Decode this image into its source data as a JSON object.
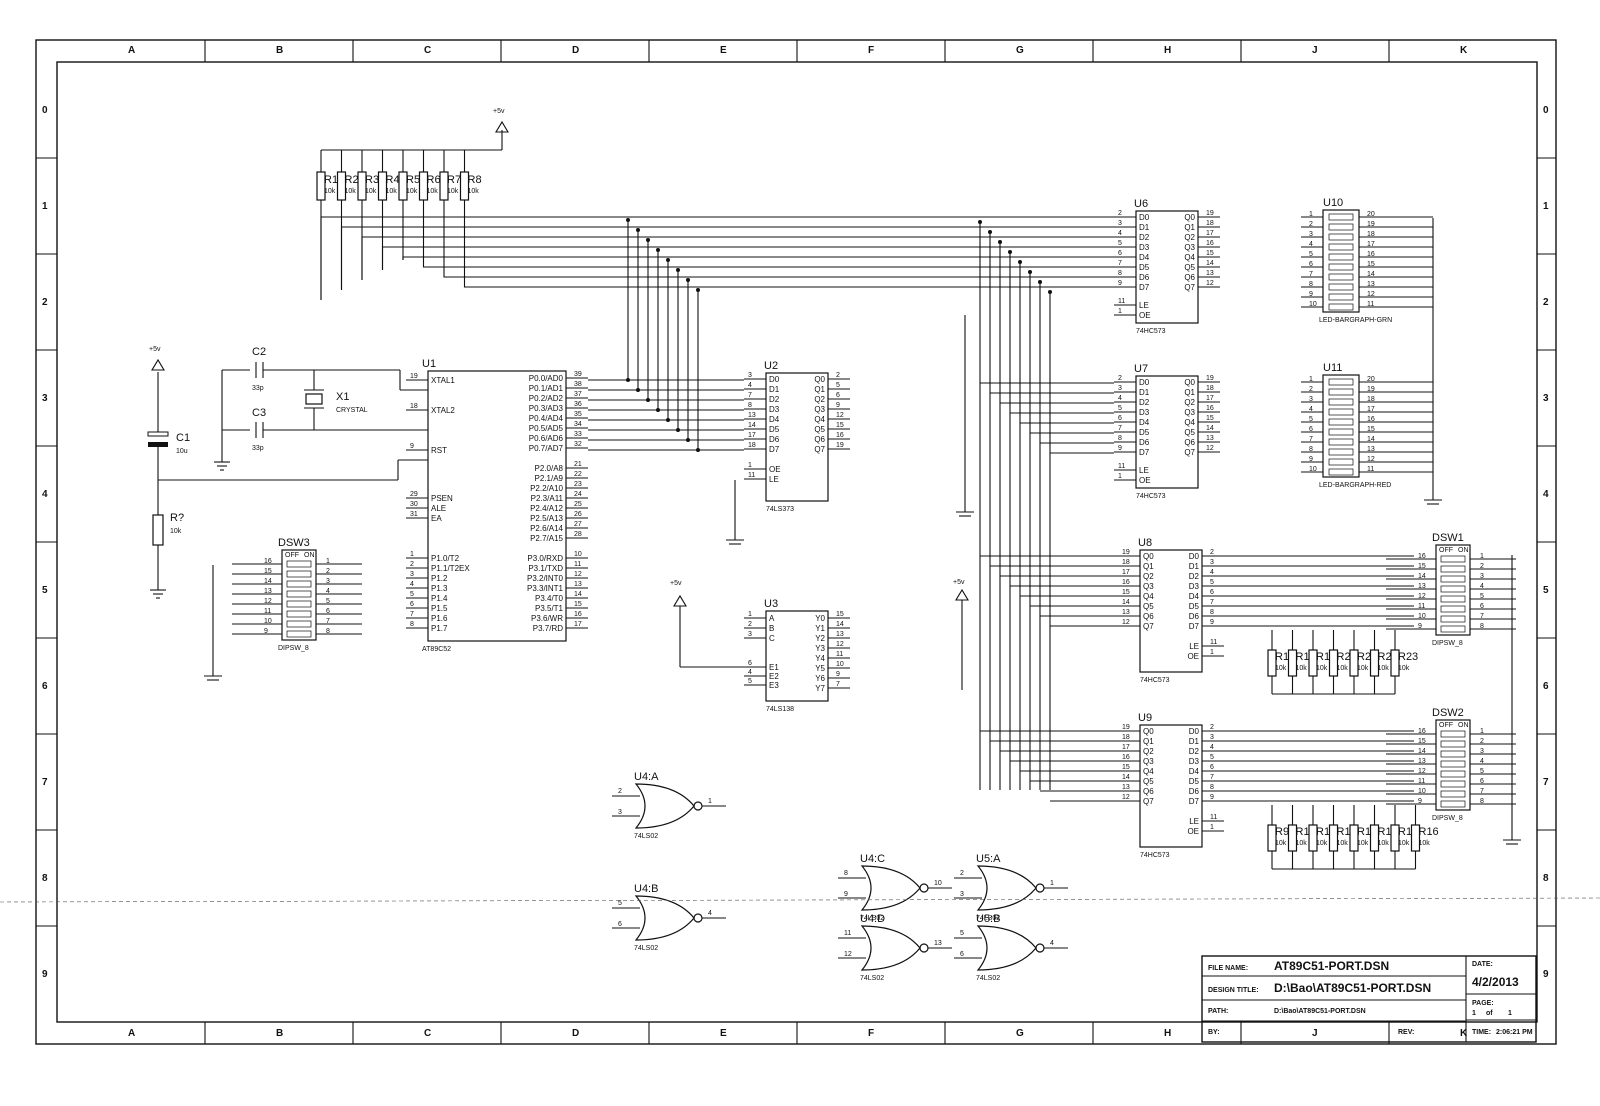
{
  "zones": {
    "columns": [
      "A",
      "B",
      "C",
      "D",
      "E",
      "F",
      "G",
      "H",
      "J",
      "K"
    ],
    "rows": [
      "0",
      "1",
      "2",
      "3",
      "4",
      "5",
      "6",
      "7",
      "8",
      "9"
    ]
  },
  "power": {
    "vcc": "+5v"
  },
  "resistor_bank_top": {
    "refs": [
      "R1",
      "R2",
      "R3",
      "R4",
      "R5",
      "R6",
      "R7",
      "R8"
    ],
    "value": "10k"
  },
  "resistor_bank_u8": {
    "refs": [
      "R17",
      "R18",
      "R19",
      "R20",
      "R21",
      "R22",
      "R23"
    ],
    "value": "10k"
  },
  "resistor_bank_u9": {
    "refs": [
      "R9",
      "R10",
      "R11",
      "R12",
      "R13",
      "R14",
      "R15",
      "R16"
    ],
    "value": "10k"
  },
  "passives": {
    "c1": {
      "ref": "C1",
      "value": "10u"
    },
    "c2": {
      "ref": "C2",
      "value": "33p"
    },
    "c3": {
      "ref": "C3",
      "value": "33p"
    },
    "x1": {
      "ref": "X1",
      "value": "CRYSTAL"
    },
    "rq": {
      "ref": "R?",
      "value": "10k"
    }
  },
  "u1": {
    "ref": "U1",
    "part": "AT89C52",
    "left_pins": [
      {
        "num": "19",
        "name": "XTAL1"
      },
      {
        "num": "18",
        "name": "XTAL2"
      },
      {
        "num": "9",
        "name": "RST"
      },
      {
        "num": "29",
        "name": "PSEN"
      },
      {
        "num": "30",
        "name": "ALE"
      },
      {
        "num": "31",
        "name": "EA"
      },
      {
        "num": "1",
        "name": "P1.0/T2"
      },
      {
        "num": "2",
        "name": "P1.1/T2EX"
      },
      {
        "num": "3",
        "name": "P1.2"
      },
      {
        "num": "4",
        "name": "P1.3"
      },
      {
        "num": "5",
        "name": "P1.4"
      },
      {
        "num": "6",
        "name": "P1.5"
      },
      {
        "num": "7",
        "name": "P1.6"
      },
      {
        "num": "8",
        "name": "P1.7"
      }
    ],
    "right_pins": [
      {
        "num": "39",
        "name": "P0.0/AD0"
      },
      {
        "num": "38",
        "name": "P0.1/AD1"
      },
      {
        "num": "37",
        "name": "P0.2/AD2"
      },
      {
        "num": "36",
        "name": "P0.3/AD3"
      },
      {
        "num": "35",
        "name": "P0.4/AD4"
      },
      {
        "num": "34",
        "name": "P0.5/AD5"
      },
      {
        "num": "33",
        "name": "P0.6/AD6"
      },
      {
        "num": "32",
        "name": "P0.7/AD7"
      },
      {
        "num": "21",
        "name": "P2.0/A8"
      },
      {
        "num": "22",
        "name": "P2.1/A9"
      },
      {
        "num": "23",
        "name": "P2.2/A10"
      },
      {
        "num": "24",
        "name": "P2.3/A11"
      },
      {
        "num": "25",
        "name": "P2.4/A12"
      },
      {
        "num": "26",
        "name": "P2.5/A13"
      },
      {
        "num": "27",
        "name": "P2.6/A14"
      },
      {
        "num": "28",
        "name": "P2.7/A15"
      },
      {
        "num": "10",
        "name": "P3.0/RXD"
      },
      {
        "num": "11",
        "name": "P3.1/TXD"
      },
      {
        "num": "12",
        "name": "P3.2/INT0"
      },
      {
        "num": "13",
        "name": "P3.3/INT1"
      },
      {
        "num": "14",
        "name": "P3.4/T0"
      },
      {
        "num": "15",
        "name": "P3.5/T1"
      },
      {
        "num": "16",
        "name": "P3.6/WR"
      },
      {
        "num": "17",
        "name": "P3.7/RD"
      }
    ]
  },
  "u2": {
    "ref": "U2",
    "part": "74LS373",
    "left_pins": [
      {
        "num": "3",
        "name": "D0"
      },
      {
        "num": "4",
        "name": "D1"
      },
      {
        "num": "7",
        "name": "D2"
      },
      {
        "num": "8",
        "name": "D3"
      },
      {
        "num": "13",
        "name": "D4"
      },
      {
        "num": "14",
        "name": "D5"
      },
      {
        "num": "17",
        "name": "D6"
      },
      {
        "num": "18",
        "name": "D7"
      },
      {
        "num": "1",
        "name": "OE"
      },
      {
        "num": "11",
        "name": "LE"
      }
    ],
    "right_pins": [
      {
        "num": "2",
        "name": "Q0"
      },
      {
        "num": "5",
        "name": "Q1"
      },
      {
        "num": "6",
        "name": "Q2"
      },
      {
        "num": "9",
        "name": "Q3"
      },
      {
        "num": "12",
        "name": "Q4"
      },
      {
        "num": "15",
        "name": "Q5"
      },
      {
        "num": "16",
        "name": "Q6"
      },
      {
        "num": "19",
        "name": "Q7"
      }
    ]
  },
  "u3": {
    "ref": "U3",
    "part": "74LS138",
    "left_pins": [
      {
        "num": "1",
        "name": "A"
      },
      {
        "num": "2",
        "name": "B"
      },
      {
        "num": "3",
        "name": "C"
      },
      {
        "num": "6",
        "name": "E1"
      },
      {
        "num": "4",
        "name": "E2"
      },
      {
        "num": "5",
        "name": "E3"
      }
    ],
    "right_pins": [
      {
        "num": "15",
        "name": "Y0"
      },
      {
        "num": "14",
        "name": "Y1"
      },
      {
        "num": "13",
        "name": "Y2"
      },
      {
        "num": "12",
        "name": "Y3"
      },
      {
        "num": "11",
        "name": "Y4"
      },
      {
        "num": "10",
        "name": "Y5"
      },
      {
        "num": "9",
        "name": "Y6"
      },
      {
        "num": "7",
        "name": "Y7"
      }
    ]
  },
  "u6": {
    "ref": "U6",
    "part": "74HC573",
    "left_pins": [
      {
        "num": "2",
        "name": "D0"
      },
      {
        "num": "3",
        "name": "D1"
      },
      {
        "num": "4",
        "name": "D2"
      },
      {
        "num": "5",
        "name": "D3"
      },
      {
        "num": "6",
        "name": "D4"
      },
      {
        "num": "7",
        "name": "D5"
      },
      {
        "num": "8",
        "name": "D6"
      },
      {
        "num": "9",
        "name": "D7"
      },
      {
        "num": "11",
        "name": "LE"
      },
      {
        "num": "1",
        "name": "OE"
      }
    ],
    "right_pins": [
      {
        "num": "19",
        "name": "Q0"
      },
      {
        "num": "18",
        "name": "Q1"
      },
      {
        "num": "17",
        "name": "Q2"
      },
      {
        "num": "16",
        "name": "Q3"
      },
      {
        "num": "15",
        "name": "Q4"
      },
      {
        "num": "14",
        "name": "Q5"
      },
      {
        "num": "13",
        "name": "Q6"
      },
      {
        "num": "12",
        "name": "Q7"
      }
    ]
  },
  "u7": {
    "ref": "U7",
    "part": "74HC573",
    "left_pins": [
      {
        "num": "2",
        "name": "D0"
      },
      {
        "num": "3",
        "name": "D1"
      },
      {
        "num": "4",
        "name": "D2"
      },
      {
        "num": "5",
        "name": "D3"
      },
      {
        "num": "6",
        "name": "D4"
      },
      {
        "num": "7",
        "name": "D5"
      },
      {
        "num": "8",
        "name": "D6"
      },
      {
        "num": "9",
        "name": "D7"
      },
      {
        "num": "11",
        "name": "LE"
      },
      {
        "num": "1",
        "name": "OE"
      }
    ],
    "right_pins": [
      {
        "num": "19",
        "name": "Q0"
      },
      {
        "num": "18",
        "name": "Q1"
      },
      {
        "num": "17",
        "name": "Q2"
      },
      {
        "num": "16",
        "name": "Q3"
      },
      {
        "num": "15",
        "name": "Q4"
      },
      {
        "num": "14",
        "name": "Q5"
      },
      {
        "num": "13",
        "name": "Q6"
      },
      {
        "num": "12",
        "name": "Q7"
      }
    ]
  },
  "u8": {
    "ref": "U8",
    "part": "74HC573",
    "left_pins": [
      {
        "num": "19",
        "name": "Q0"
      },
      {
        "num": "18",
        "name": "Q1"
      },
      {
        "num": "17",
        "name": "Q2"
      },
      {
        "num": "16",
        "name": "Q3"
      },
      {
        "num": "15",
        "name": "Q4"
      },
      {
        "num": "14",
        "name": "Q5"
      },
      {
        "num": "13",
        "name": "Q6"
      },
      {
        "num": "12",
        "name": "Q7"
      }
    ],
    "right_pins": [
      {
        "num": "2",
        "name": "D0"
      },
      {
        "num": "3",
        "name": "D1"
      },
      {
        "num": "4",
        "name": "D2"
      },
      {
        "num": "5",
        "name": "D3"
      },
      {
        "num": "6",
        "name": "D4"
      },
      {
        "num": "7",
        "name": "D5"
      },
      {
        "num": "8",
        "name": "D6"
      },
      {
        "num": "9",
        "name": "D7"
      },
      {
        "num": "11",
        "name": "LE"
      },
      {
        "num": "1",
        "name": "OE"
      }
    ]
  },
  "u9": {
    "ref": "U9",
    "part": "74HC573",
    "left_pins": [
      {
        "num": "19",
        "name": "Q0"
      },
      {
        "num": "18",
        "name": "Q1"
      },
      {
        "num": "17",
        "name": "Q2"
      },
      {
        "num": "16",
        "name": "Q3"
      },
      {
        "num": "15",
        "name": "Q4"
      },
      {
        "num": "14",
        "name": "Q5"
      },
      {
        "num": "13",
        "name": "Q6"
      },
      {
        "num": "12",
        "name": "Q7"
      }
    ],
    "right_pins": [
      {
        "num": "2",
        "name": "D0"
      },
      {
        "num": "3",
        "name": "D1"
      },
      {
        "num": "4",
        "name": "D2"
      },
      {
        "num": "5",
        "name": "D3"
      },
      {
        "num": "6",
        "name": "D4"
      },
      {
        "num": "7",
        "name": "D5"
      },
      {
        "num": "8",
        "name": "D6"
      },
      {
        "num": "9",
        "name": "D7"
      },
      {
        "num": "11",
        "name": "LE"
      },
      {
        "num": "1",
        "name": "OE"
      }
    ]
  },
  "u10": {
    "ref": "U10",
    "part": "LED-BARGRAPH-GRN",
    "left_nums": [
      "1",
      "2",
      "3",
      "4",
      "5",
      "6",
      "7",
      "8",
      "9",
      "10"
    ],
    "right_nums": [
      "20",
      "19",
      "18",
      "17",
      "16",
      "15",
      "14",
      "13",
      "12",
      "11"
    ]
  },
  "u11": {
    "ref": "U11",
    "part": "LED-BARGRAPH-RED",
    "left_nums": [
      "1",
      "2",
      "3",
      "4",
      "5",
      "6",
      "7",
      "8",
      "9",
      "10"
    ],
    "right_nums": [
      "20",
      "19",
      "18",
      "17",
      "16",
      "15",
      "14",
      "13",
      "12",
      "11"
    ]
  },
  "dsw1": {
    "ref": "DSW1",
    "part": "DIPSW_8",
    "off": "OFF",
    "on": "ON",
    "left_nums": [
      "16",
      "15",
      "14",
      "13",
      "12",
      "11",
      "10",
      "9"
    ],
    "right_nums": [
      "1",
      "2",
      "3",
      "4",
      "5",
      "6",
      "7",
      "8"
    ]
  },
  "dsw2": {
    "ref": "DSW2",
    "part": "DIPSW_8",
    "off": "OFF",
    "on": "ON",
    "left_nums": [
      "16",
      "15",
      "14",
      "13",
      "12",
      "11",
      "10",
      "9"
    ],
    "right_nums": [
      "1",
      "2",
      "3",
      "4",
      "5",
      "6",
      "7",
      "8"
    ]
  },
  "dsw3": {
    "ref": "DSW3",
    "part": "DIPSW_8",
    "off": "OFF",
    "on": "ON",
    "left_nums": [
      "16",
      "15",
      "14",
      "13",
      "12",
      "11",
      "10",
      "9"
    ],
    "right_nums": [
      "1",
      "2",
      "3",
      "4",
      "5",
      "6",
      "7",
      "8"
    ]
  },
  "gates": [
    {
      "ref": "U4:A",
      "part": "74LS02",
      "in1": "2",
      "in2": "3",
      "out": "1"
    },
    {
      "ref": "U4:B",
      "part": "74LS02",
      "in1": "5",
      "in2": "6",
      "out": "4"
    },
    {
      "ref": "U4:C",
      "part": "74LS02",
      "in1": "8",
      "in2": "9",
      "out": "10"
    },
    {
      "ref": "U4:D",
      "part": "74LS02",
      "in1": "11",
      "in2": "12",
      "out": "13"
    },
    {
      "ref": "U5:A",
      "part": "74LS02",
      "in1": "2",
      "in2": "3",
      "out": "1"
    },
    {
      "ref": "U5:B",
      "part": "74LS02",
      "in1": "5",
      "in2": "6",
      "out": "4"
    }
  ],
  "title_block": {
    "file_name_label": "FILE NAME:",
    "file_name": "AT89C51-PORT.DSN",
    "design_title_label": "DESIGN TITLE:",
    "design_title": "D:\\Bao\\AT89C51-PORT.DSN",
    "path_label": "PATH:",
    "path": "D:\\Bao\\AT89C51-PORT.DSN",
    "by_label": "BY:",
    "rev_label": "REV:",
    "date_label": "DATE:",
    "date": "4/2/2013",
    "page_label": "PAGE:",
    "page_num": "1",
    "page_of": "of",
    "page_total": "1",
    "time_label": "TIME:",
    "time": "2:06:21 PM"
  }
}
